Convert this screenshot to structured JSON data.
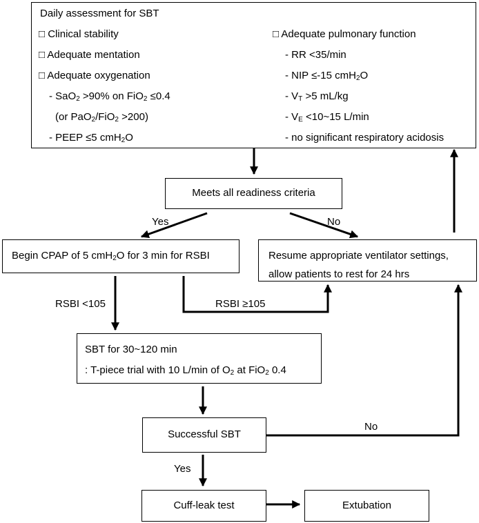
{
  "assessment": {
    "title": "Daily assessment for SBT",
    "left": [
      {
        "text": "□ Clinical stability"
      },
      {
        "text": "□ Adequate mentation"
      },
      {
        "text": "□ Adequate oxygenation"
      },
      {
        "pre": "- SaO",
        "sub": "2",
        "post": " >90% on FiO",
        "sub2": "2",
        "post2": " ≤0.4"
      },
      {
        "pre": "(or PaO",
        "sub": "2",
        "post": "/FiO",
        "sub2": "2",
        "post2": " >200)"
      },
      {
        "pre": "- PEEP ≤5 cmH",
        "sub": "2",
        "post": "O"
      }
    ],
    "right": [
      {
        "text": "□ Adequate pulmonary function"
      },
      {
        "text": "- RR <35/min"
      },
      {
        "pre": "- NIP ≤-15 cmH",
        "sub": "2",
        "post": "O"
      },
      {
        "pre": "- V",
        "sub": "T",
        "post": " >5 mL/kg"
      },
      {
        "pre": "- V",
        "sub": "E",
        "post": " <10~15 L/min"
      },
      {
        "text": "- no significant respiratory acidosis"
      }
    ]
  },
  "readiness": "Meets all readiness criteria",
  "yes_label": "Yes",
  "no_label": "No",
  "cpap": {
    "pre": "Begin CPAP of 5 cmH",
    "sub": "2",
    "post": "O for 3 min for RSBI"
  },
  "resume": {
    "line1": "Resume appropriate ventilator settings,",
    "line2": "allow patients to rest for 24 hrs"
  },
  "rsbi_low": "RSBI <105",
  "rsbi_high": "RSBI  ≥105",
  "sbt": {
    "line1": "SBT for 30~120 min",
    "line2_pre": ": T-piece trial with 10 L/min of O",
    "line2_sub": "2",
    "line2_mid": " at FiO",
    "line2_sub2": "2",
    "line2_post": " 0.4"
  },
  "successful": "Successful SBT",
  "no_label_2": "No",
  "yes_label_2": "Yes",
  "cuff": "Cuff-leak test",
  "extubation": "Extubation"
}
